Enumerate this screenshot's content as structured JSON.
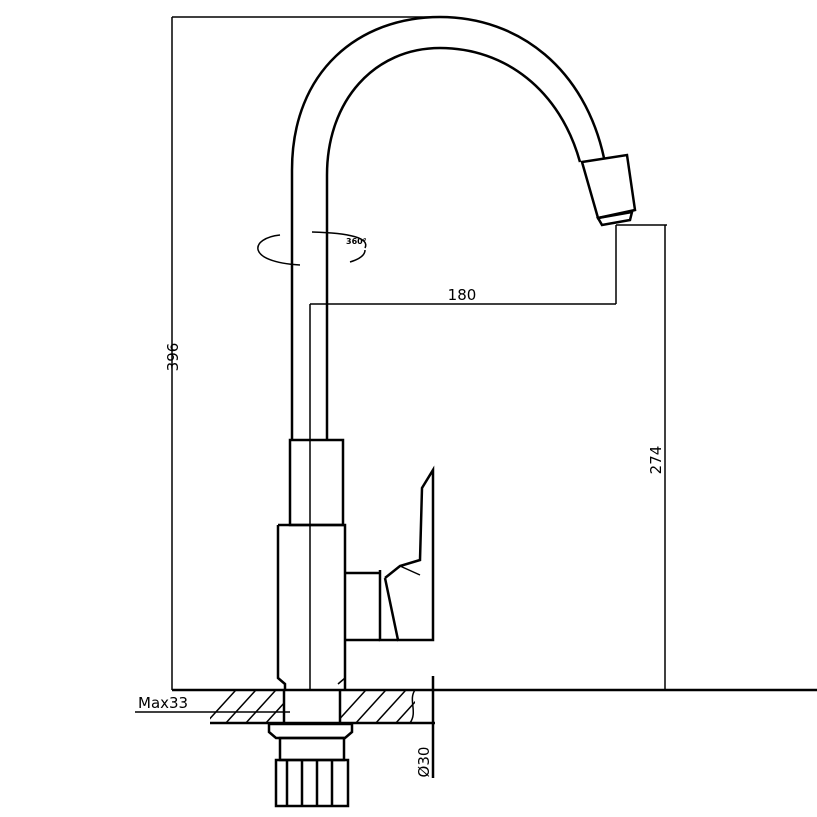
{
  "drawing": {
    "dimensions": {
      "total_height": "396",
      "spout_reach": "180",
      "spout_height": "274",
      "max_counter_thickness": "Max33",
      "hole_diameter": "Ø30",
      "rotation": "360°"
    }
  }
}
